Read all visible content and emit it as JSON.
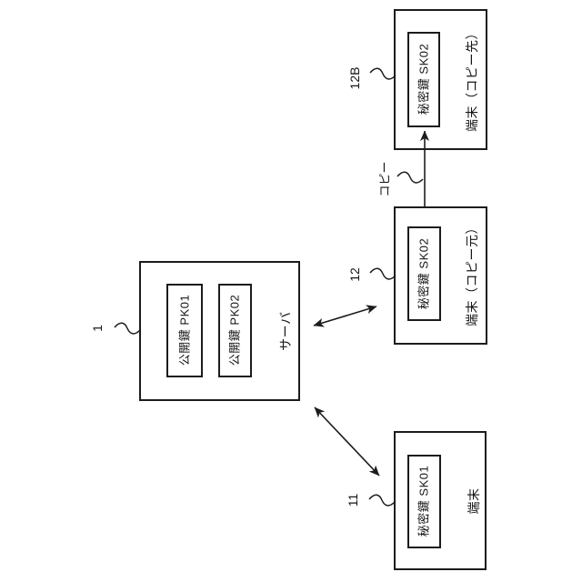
{
  "colors": {
    "line": "#1c1c1c",
    "background": "#ffffff"
  },
  "diagram": {
    "server": {
      "ref": "1",
      "name": "サーバ",
      "key1": "公開鍵 PK01",
      "key2": "公開鍵 PK02"
    },
    "terminal11": {
      "ref": "11",
      "name": "端末",
      "key": "秘密鍵 SK01"
    },
    "terminal12": {
      "ref": "12",
      "name": "端末（コピー元）",
      "key": "秘密鍵 SK02"
    },
    "terminal12B": {
      "ref": "12B",
      "name": "端末（コピー先）",
      "key": "秘密鍵 SK02"
    },
    "copy_arrow_label": "コピー"
  }
}
